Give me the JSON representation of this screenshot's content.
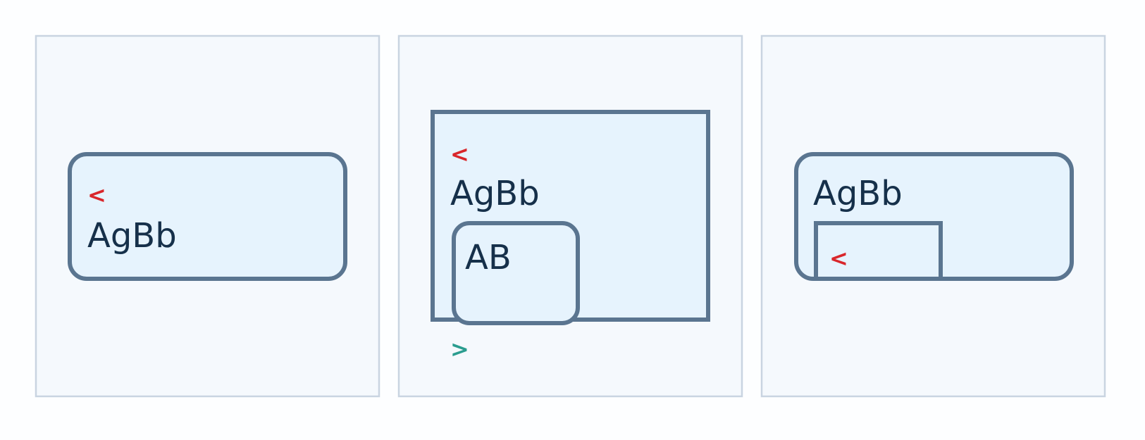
{
  "colors": {
    "background": "#fdfeff",
    "panel_fill": "#f5f9fd",
    "panel_border": "#c9d4e1",
    "box_fill": "#e6f3fd",
    "box_border": "#5a7590",
    "text": "#16304a",
    "start_marker": "#d9262b",
    "end_marker": "#2a9d8f"
  },
  "panels": [
    {
      "box_label": "AgBb",
      "start_glyph": "<"
    },
    {
      "box_label": "AgBb",
      "inner_box_label": "AB",
      "start_glyph": "<",
      "end_glyph": ">"
    },
    {
      "box_label": "AgBb",
      "start_glyph": "<"
    }
  ]
}
